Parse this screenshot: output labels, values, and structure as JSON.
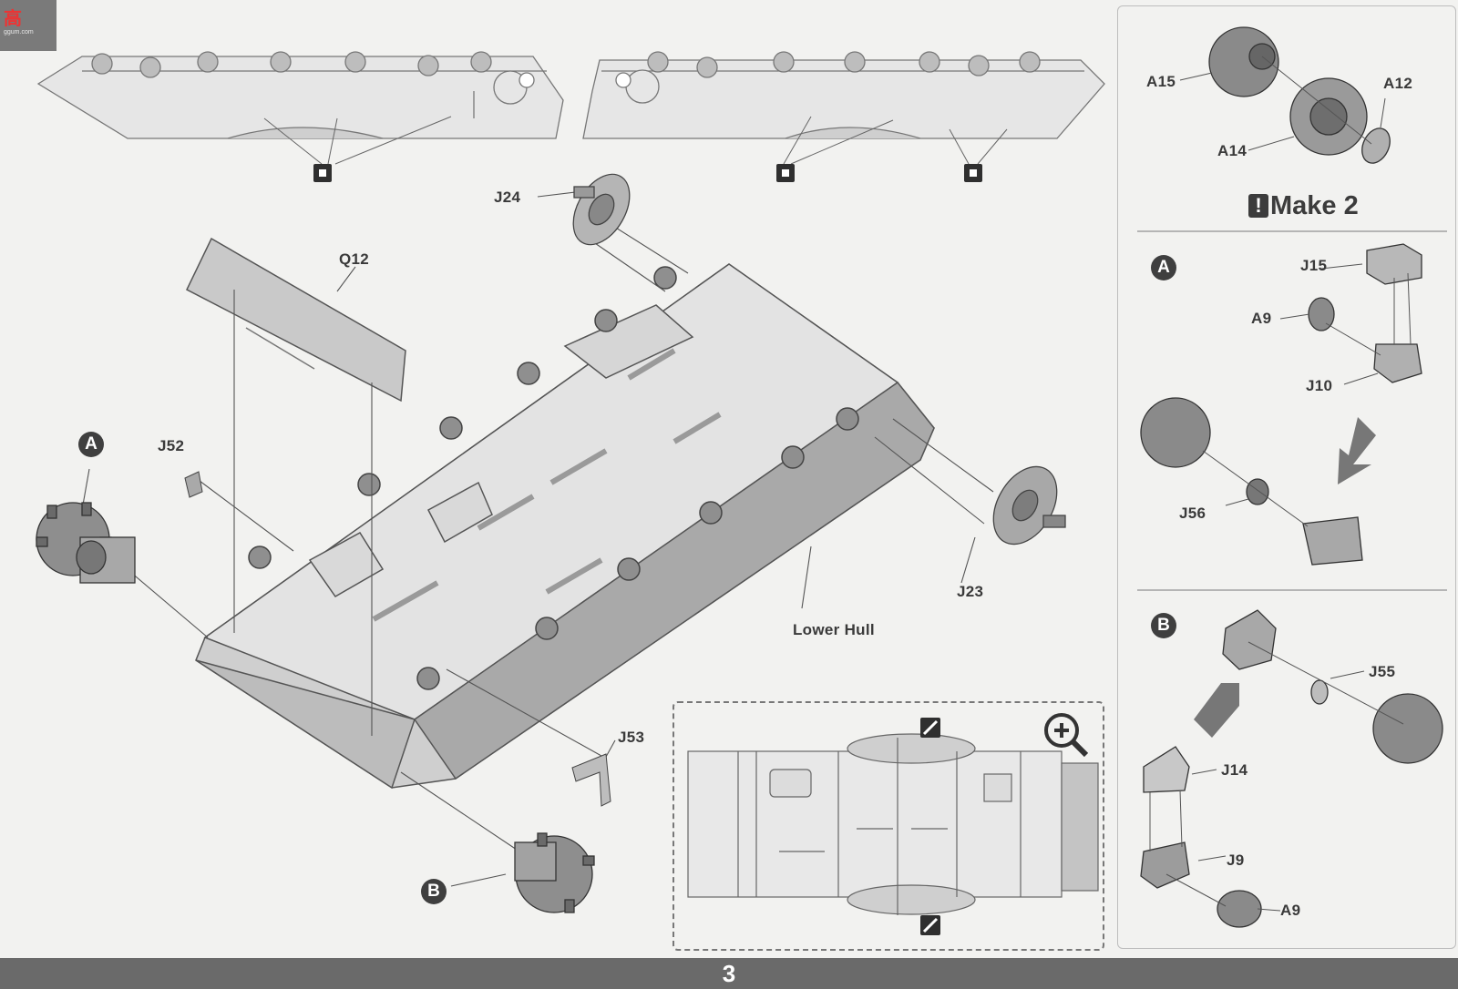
{
  "watermark": {
    "text": "高",
    "sub": "ggum.com"
  },
  "step_number": "3",
  "labels": {
    "q12": "Q12",
    "j24": "J24",
    "j52": "J52",
    "j23": "J23",
    "lower_hull": "Lower Hull",
    "j53": "J53"
  },
  "callouts": {
    "a": "A",
    "b": "B"
  },
  "right_panel": {
    "top": {
      "a15": "A15",
      "a12": "A12",
      "a14": "A14",
      "make2": "Make 2",
      "bang": "!"
    },
    "sub_a": {
      "marker": "A",
      "j15": "J15",
      "a9": "A9",
      "j10": "J10",
      "j56": "J56"
    },
    "sub_b": {
      "marker": "B",
      "j55": "J55",
      "j14": "J14",
      "j9": "J9",
      "a9": "A9"
    }
  },
  "icons": [
    "hole-marker-icon",
    "zoom-in-icon",
    "cut-knife-icon",
    "arrow-icon"
  ]
}
